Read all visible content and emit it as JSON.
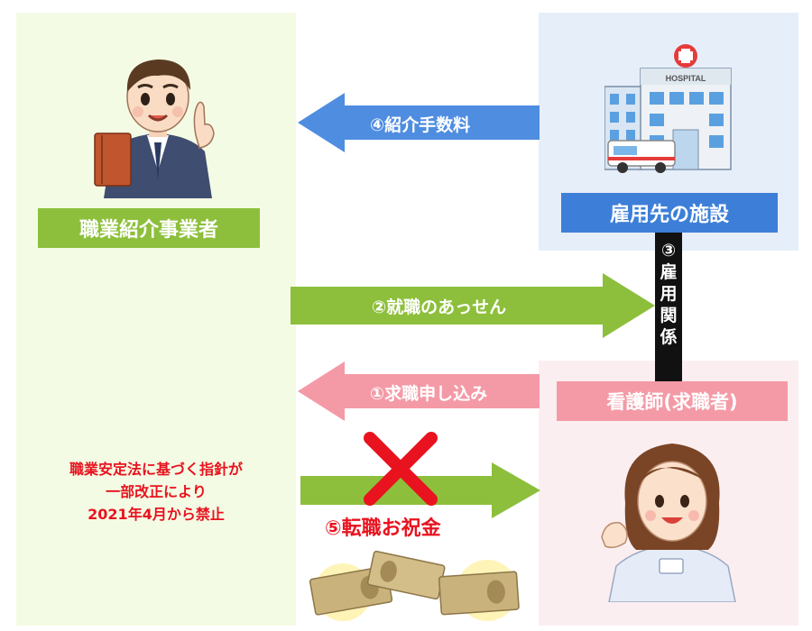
{
  "labels": {
    "agency": "職業紹介事業者",
    "facility": "雇用先の施設",
    "nurse": "看護師(求職者)"
  },
  "flows": {
    "fee": "④紹介手数料",
    "placement": "②就職のあっせん",
    "application": "①求職申し込み",
    "employment_chars": [
      "③",
      "雇",
      "用",
      "関",
      "係"
    ]
  },
  "note": {
    "line1": "職業安定法に基づく指針が",
    "line2": "一部改正により",
    "line3": "2021年4月から禁止"
  },
  "gift": "⑤転職お祝金",
  "hospital_sign": "HOSPITAL",
  "colors": {
    "agency_panel": "#f4fbe4",
    "facility_panel": "#e6eef9",
    "nurse_panel": "#fbeef1",
    "green": "#8dbf3c",
    "blue": "#3d7fd8",
    "pink": "#f49aa6",
    "red": "#e8131f"
  }
}
